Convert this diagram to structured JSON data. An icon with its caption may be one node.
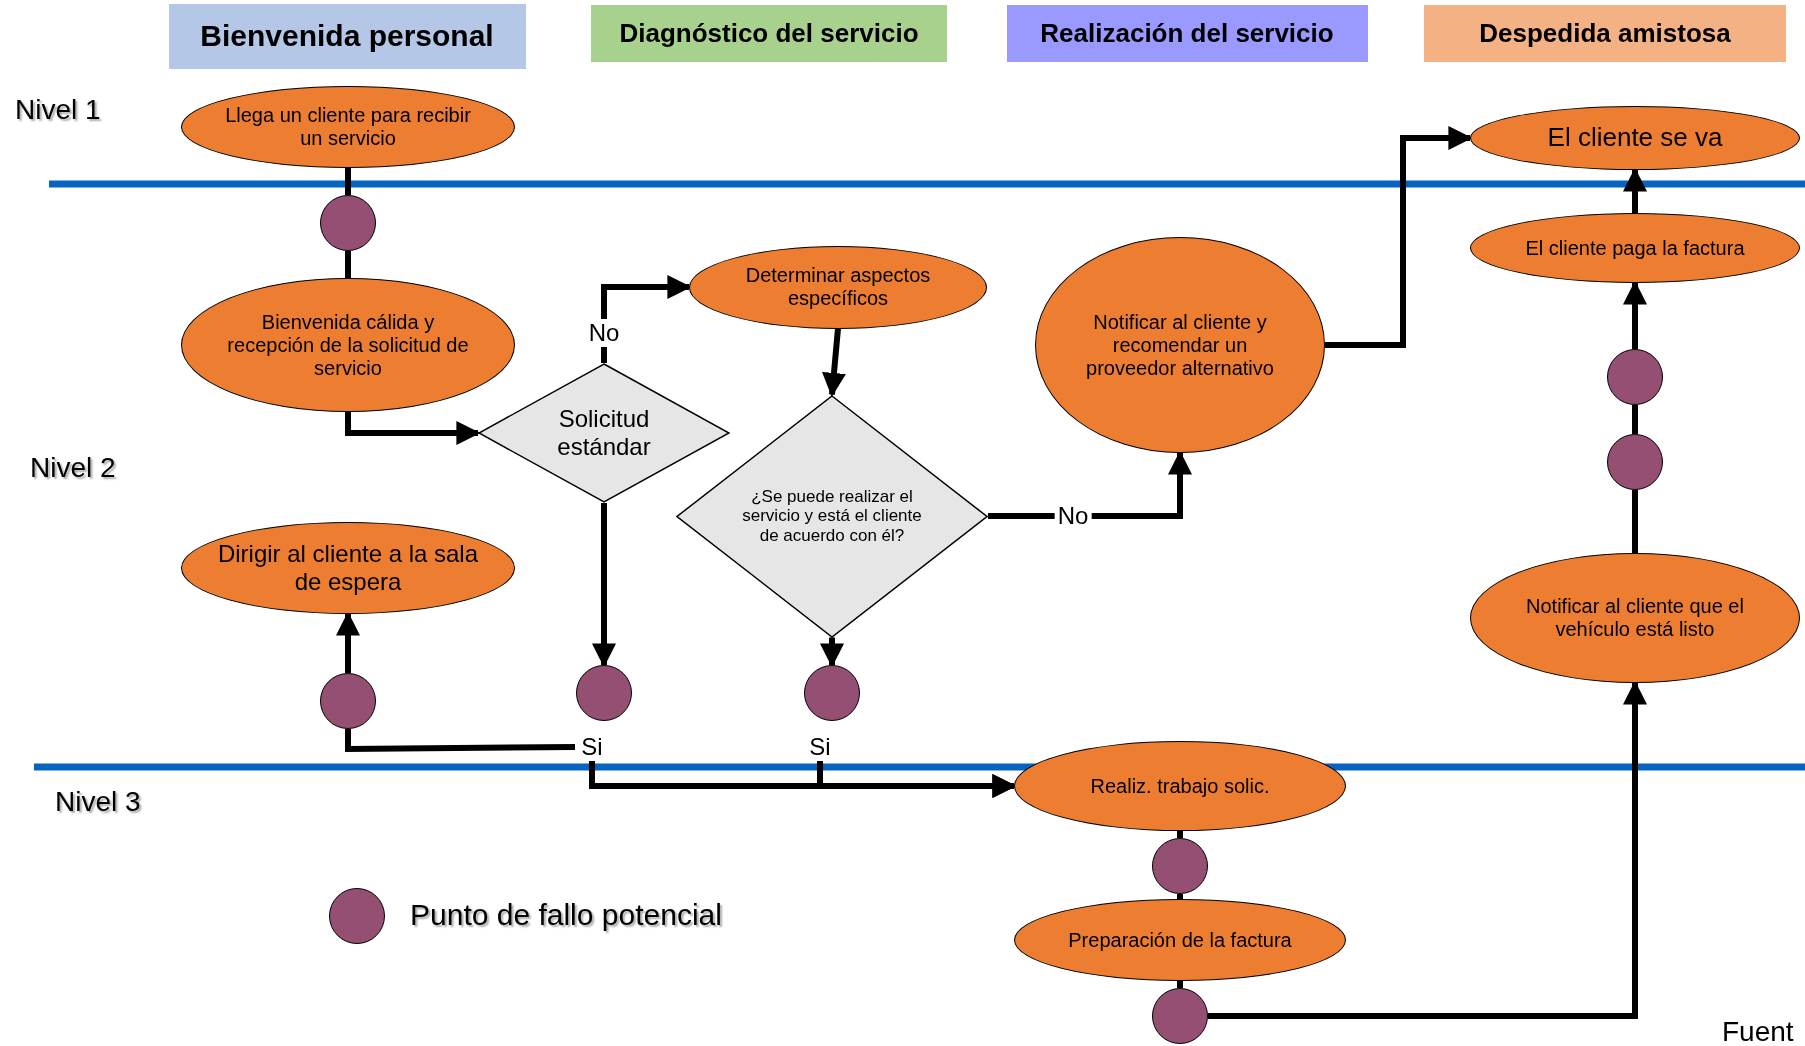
{
  "diagram": {
    "nodes": [
      {
        "text": [
          "Bienvenida personal"
        ]
      },
      {
        "text": [
          "Diagnóstico del servicio"
        ]
      },
      {
        "text": [
          "Realización del servicio"
        ]
      },
      {
        "text": [
          "Despedida amistosa"
        ]
      },
      {
        "text": [
          "Llega un cliente para recibir un servicio"
        ]
      },
      {
        "text": [],
        "shape": "circle"
      },
      {
        "text": [
          "Bienvenida cálida y recepción de la solicitud de servicio"
        ]
      },
      {
        "text": [
          "Solicitud estándar"
        ]
      },
      {
        "text": [
          "Determinar aspectos específicos"
        ]
      },
      {
        "text": [
          "¿Se puede realizar el servicio y está el cliente de acuerdo con él?"
        ]
      },
      {
        "text": [
          "Notificar al cliente y recomendar un proveedor alternativo"
        ]
      },
      {
        "text": [
          "El cliente se va"
        ]
      },
      {
        "text": [
          "El cliente paga la factura"
        ]
      },
      {
        "text": [],
        "shape": "circle"
      },
      {
        "text": [],
        "shape": "circle"
      },
      {
        "text": [
          "Notificar al cliente que el vehículo está listo"
        ]
      },
      {
        "text": [
          "Dirigir al cliente a la sala de espera"
        ]
      },
      {
        "text": [],
        "shape": "circle"
      },
      {
        "text": [],
        "shape": "circle"
      },
      {
        "text": [],
        "shape": "circle"
      },
      {
        "text": [
          "Si"
        ]
      },
      {
        "text": [
          "Si"
        ]
      },
      {
        "text": [
          "Realiz. trabajo solic."
        ]
      },
      {
        "text": [],
        "shape": "circle"
      },
      {
        "text": [
          "Preparación de la factura"
        ]
      },
      {
        "text": [],
        "shape": "circle"
      }
    ],
    "edges": [
      {
        "from": 4,
        "to": 5,
        "arrow": "none"
      },
      {
        "from": 5,
        "to": 6,
        "arrow": "none"
      },
      {
        "from": 6,
        "to": 7,
        "arrow": "to"
      },
      {
        "from": 7,
        "to": 8,
        "arrow": "to",
        "label": "No"
      },
      {
        "from": 8,
        "to": 9,
        "arrow": "to"
      },
      {
        "from": 7,
        "to": 18,
        "arrow": "to"
      },
      {
        "from": 9,
        "to": 19,
        "arrow": "to"
      },
      {
        "from": 9,
        "to": 10,
        "arrow": "to",
        "label": "No"
      },
      {
        "from": 10,
        "to": 11,
        "arrow": "to"
      },
      {
        "from": 12,
        "to": 11,
        "arrow": "to"
      },
      {
        "from": 13,
        "to": 12,
        "arrow": "to"
      },
      {
        "from": 14,
        "to": 13,
        "arrow": "none"
      },
      {
        "from": 15,
        "to": 14,
        "arrow": "none"
      },
      {
        "from": 20,
        "to": 17,
        "arrow": "none"
      },
      {
        "from": 17,
        "to": 16,
        "arrow": "to"
      },
      {
        "from": 20,
        "to": 22,
        "arrow": "to"
      },
      {
        "from": 21,
        "to": 22,
        "arrow": "to"
      },
      {
        "from": 22,
        "to": 23,
        "arrow": "none"
      },
      {
        "from": 23,
        "to": 24,
        "arrow": "none"
      },
      {
        "from": 24,
        "to": 25,
        "arrow": "none"
      },
      {
        "from": 25,
        "to": 15,
        "arrow": "to"
      }
    ],
    "labels": [
      "Nivel 1",
      "Nivel 2",
      "Nivel 3",
      "Fuent"
    ],
    "legend": [
      {
        "text": "Punto de fallo potencial",
        "color": "#954f72"
      }
    ]
  }
}
